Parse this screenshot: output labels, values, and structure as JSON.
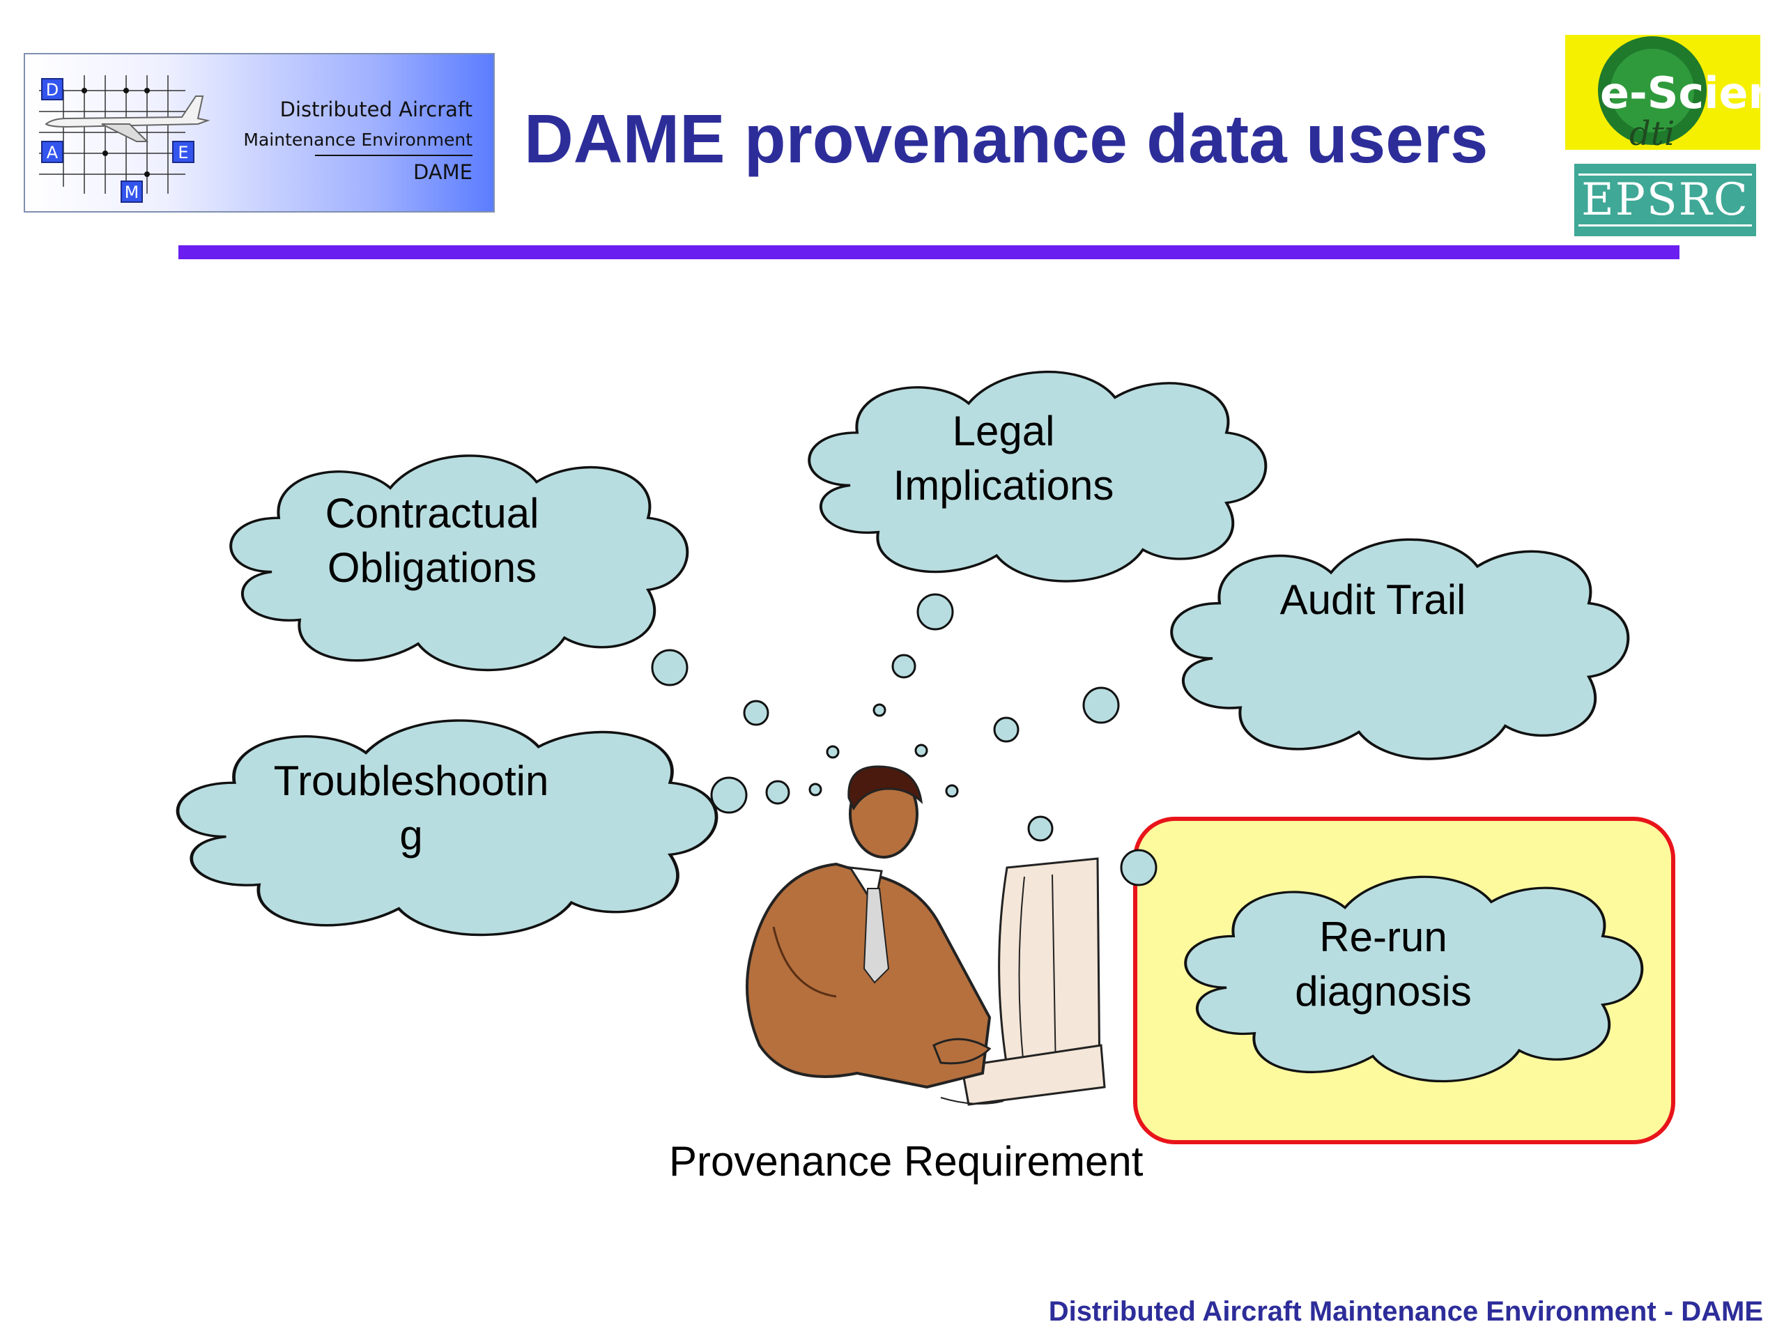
{
  "logo": {
    "line1": "Distributed Aircraft",
    "line2": "Maintenance Environment",
    "line3": "DAME",
    "letters": [
      "D",
      "A",
      "E",
      "M"
    ]
  },
  "title": "DAME provenance data users",
  "partner_logos": {
    "escience": "e-Science",
    "escience_sub": "dti",
    "epsrc": "EPSRC"
  },
  "clouds": {
    "contractual": {
      "line1": "Contractual",
      "line2": "Obligations"
    },
    "legal": {
      "line1": "Legal",
      "line2": "Implications"
    },
    "audit": {
      "line1": "Audit Trail"
    },
    "troubleshooting": {
      "line1": "Troubleshootin",
      "line2": "g"
    },
    "rerun": {
      "line1": "Re-run",
      "line2": "diagnosis"
    }
  },
  "figure_caption": "Provenance Requirement",
  "footer": "Distributed Aircraft Maintenance Environment - DAME",
  "colors": {
    "cloud_fill": "#b8dde0",
    "title": "#2d2d9a",
    "rule": "#6a1ef0",
    "highlight_fill": "#fdfa9e",
    "highlight_border": "#e8141a"
  }
}
